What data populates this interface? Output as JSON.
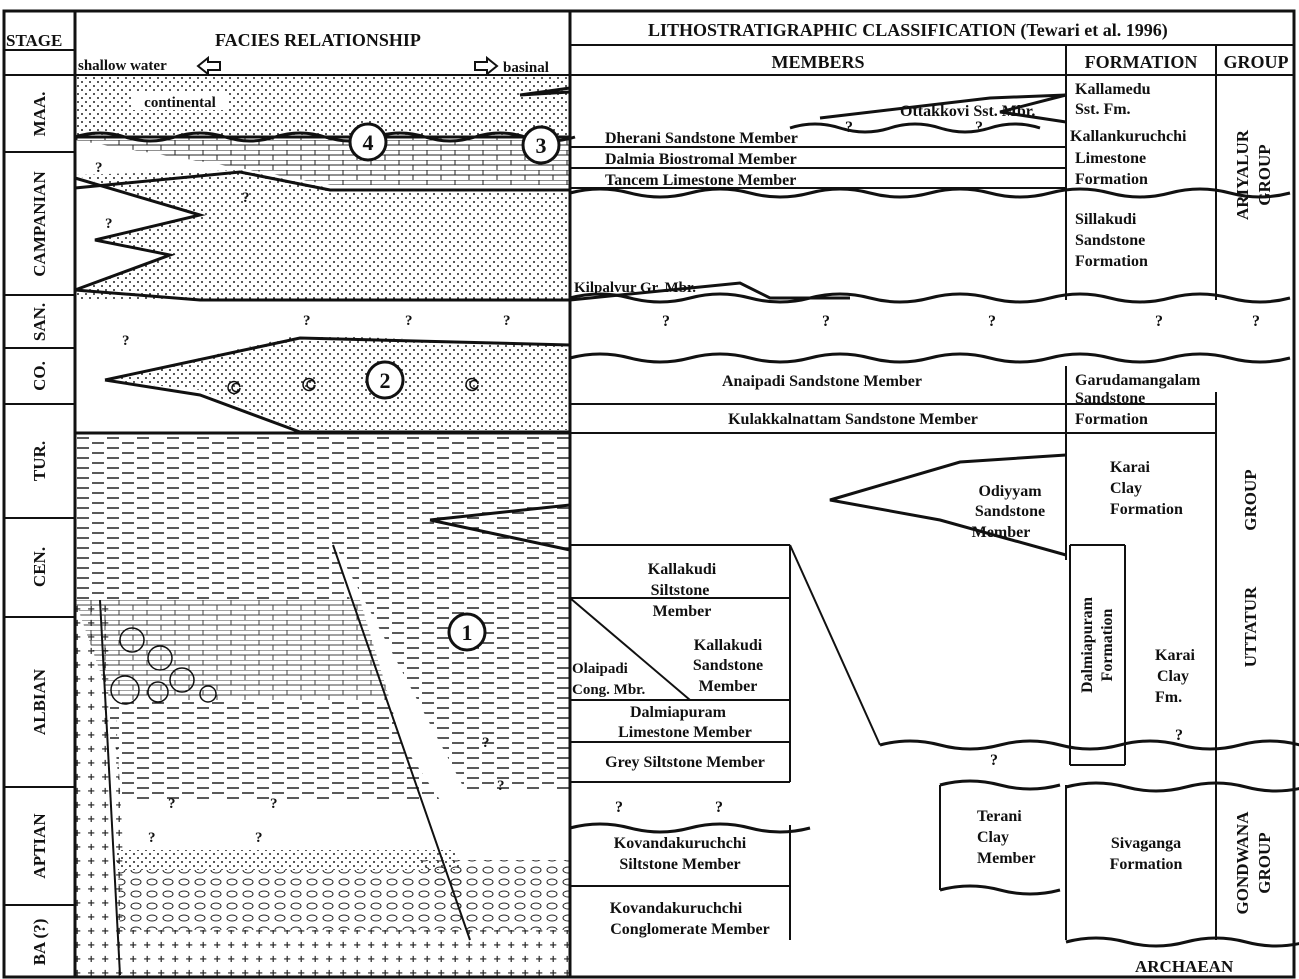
{
  "header": {
    "stage": "STAGE",
    "facies": "FACIES RELATIONSHIP",
    "shallow": "shallow water",
    "basinal": "basinal",
    "litho": "LITHOSTRATIGRAPHIC CLASSIFICATION  (Tewari et al. 1996)",
    "members": "MEMBERS",
    "formation": "FORMATION",
    "group": "GROUP"
  },
  "stages": [
    "MAA.",
    "CAMPANIAN",
    "SAN.",
    "CO.",
    "TUR.",
    "CEN.",
    "ALBIAN",
    "APTIAN",
    "BA (?)"
  ],
  "facies_labels": {
    "continental": "continental",
    "q": "?",
    "n1": "1",
    "n2": "2",
    "n3": "3",
    "n4": "4"
  },
  "members": {
    "ottakkovi": "Ottakkovi Sst. Mbr.",
    "dherani": "Dherani Sandstone Member",
    "dalmia_bio": "Dalmia Biostromal Member",
    "tancem": "Tancem Limestone Member",
    "kilpalvur": "Kilpalvur Gr. Mbr.",
    "anaipadi": "Anaipadi Sandstone Member",
    "kulakkal": "Kulakkalnattam Sandstone Member",
    "odiyyam": [
      "Odiyyam",
      "Sandstone",
      "Member"
    ],
    "kallakudi_silt": [
      "Kallakudi",
      "Siltstone",
      "Member"
    ],
    "kallakudi_sand": [
      "Kallakudi",
      "Sandstone",
      "Member"
    ],
    "olaipadi": [
      "Olaipadi",
      "Cong. Mbr."
    ],
    "dalmiapuram_lst": [
      "Dalmiapuram",
      "Limestone Member"
    ],
    "grey_silt": "Grey Siltstone Member",
    "kovanda_silt": [
      "Kovandakuruchchi",
      "Siltstone Member"
    ],
    "kovanda_cong": [
      "Kovandakuruchchi",
      "Conglomerate Member"
    ],
    "terani": [
      "Terani",
      "Clay",
      "Member"
    ]
  },
  "formations": {
    "kallamedu": [
      "Kallamedu",
      "Sst. Fm."
    ],
    "kallankuruchchi": [
      "Kallankuruchchi",
      "Limestone",
      "Formation"
    ],
    "sillakudi": [
      "Sillakudi",
      "Sandstone",
      "Formation"
    ],
    "garudamangalam": [
      "Garudamangalam",
      "Sandstone",
      "Formation"
    ],
    "karai": [
      "Karai",
      "Clay",
      "Formation"
    ],
    "dalmiapuram_fm": [
      "Dalmiapuram",
      "Formation"
    ],
    "karai_fm": [
      "Karai",
      "Clay",
      "Fm."
    ],
    "sivaganga": [
      "Sivaganga",
      "Formation"
    ],
    "archaean": "ARCHAEAN"
  },
  "groups": {
    "ariyalur": [
      "ARIYALUR",
      "GROUP"
    ],
    "uttatur": [
      "UTTATUR",
      "GROUP"
    ],
    "gondwana": [
      "GONDWANA",
      "GROUP"
    ]
  }
}
